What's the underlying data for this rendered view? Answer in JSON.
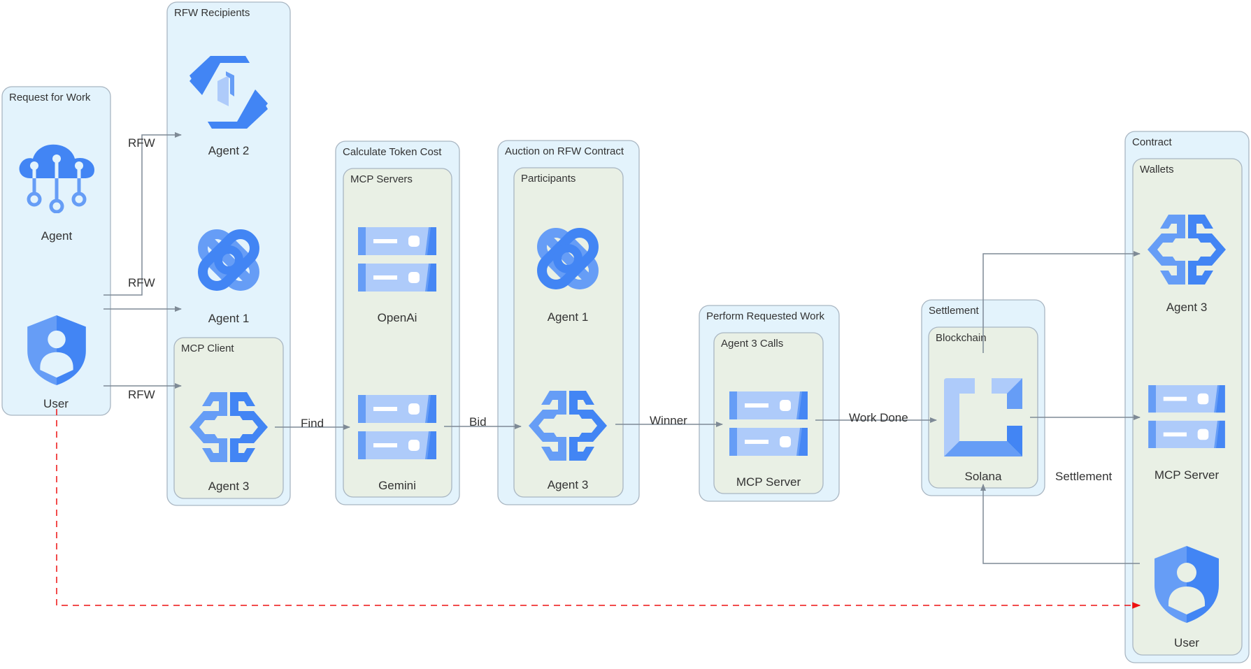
{
  "diagram": {
    "colors": {
      "outer_fill": "#e3f3fc",
      "inner_fill": "#e9f0e5",
      "border": "#a9b6c2",
      "edge": "#7e8a96",
      "edge_highlight": "#ee1111",
      "icon_dark": "#4285f4",
      "icon_mid": "#669df6",
      "icon_light": "#aecbfa"
    },
    "clusters": {
      "request_for_work": "Request for Work",
      "rfw_recipients": "RFW Recipients",
      "mcp_client": "MCP Client",
      "calculate_token_cost": "Calculate Token Cost",
      "mcp_servers": "MCP Servers",
      "auction": "Auction on RFW Contract",
      "participants": "Participants",
      "perform_work": "Perform Requested Work",
      "agent3_calls": "Agent 3 Calls",
      "settlement": "Settlement",
      "blockchain": "Blockchain",
      "contract": "Contract",
      "wallets": "Wallets"
    },
    "nodes": {
      "req_agent": {
        "label": "Agent",
        "icon": "cloud-network-icon"
      },
      "req_user": {
        "label": "User",
        "icon": "user-shield-icon"
      },
      "rec_agent2": {
        "label": "Agent 2",
        "icon": "hexagon-brackets-icon"
      },
      "rec_agent1": {
        "label": "Agent 1",
        "icon": "cross-loops-icon"
      },
      "rec_agent3": {
        "label": "Agent 3",
        "icon": "brain-circuit-icon"
      },
      "srv_openai": {
        "label": "OpenAi",
        "icon": "server-icon"
      },
      "srv_gemini": {
        "label": "Gemini",
        "icon": "server-icon"
      },
      "auc_agent1": {
        "label": "Agent 1",
        "icon": "cross-loops-icon"
      },
      "auc_agent3": {
        "label": "Agent 3",
        "icon": "brain-circuit-icon"
      },
      "work_mcp": {
        "label": "MCP Server",
        "icon": "server-icon"
      },
      "bc_solana": {
        "label": "Solana",
        "icon": "corner-brackets-icon"
      },
      "wal_agent3": {
        "label": "Agent 3",
        "icon": "brain-circuit-icon"
      },
      "wal_mcp": {
        "label": "MCP Server",
        "icon": "server-icon"
      },
      "wal_user": {
        "label": "User",
        "icon": "user-shield-icon"
      }
    },
    "edges": {
      "rfw_to_agent2": "RFW",
      "rfw_to_agent1": "RFW",
      "rfw_to_agent3": "RFW",
      "find": "Find",
      "bid": "Bid",
      "winner": "Winner",
      "work_done": "Work Done",
      "settlement": "Settlement"
    }
  }
}
